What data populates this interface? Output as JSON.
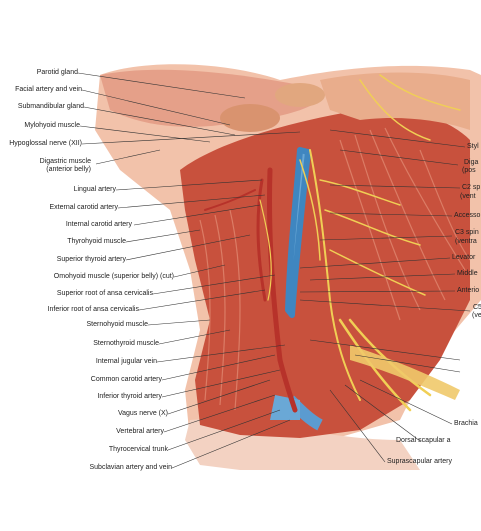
{
  "header": {
    "faint_text": ""
  },
  "colors": {
    "muscle": "#c9523f",
    "muscle_light": "#df8a74",
    "skin": "#f0b8a0",
    "vein": "#6aa8d6",
    "artery": "#b7322a",
    "nerve": "#e9c44a",
    "leader": "#333333"
  },
  "labels_left": [
    "Parotid gland",
    "Facial artery and vein",
    "Submandibular gland",
    "Mylohyoid muscle",
    "Hypoglossal nerve (XII)",
    "Digastric muscle",
    "(anterior belly)",
    "Lingual artery",
    "External carotid artery",
    "Internal carotid artery",
    "Thyrohyoid muscle",
    "Superior thyroid artery",
    "Omohyoid muscle (superior belly) (cut)",
    "Superior root of ansa cervicalis",
    "Inferior root of ansa cervicalis",
    "Sternohyoid muscle",
    "Sternothyroid muscle",
    "Internal jugular vein",
    "Common carotid artery",
    "Inferior thyroid artery",
    "Vagus nerve (X)",
    "Vertebral artery",
    "Thyrocervical trunk",
    "Subclavian artery and vein"
  ],
  "labels_right": [
    "Styl",
    "Diga",
    "(pos",
    "C2 sp",
    "(vent",
    "Accesso",
    "C3 spin",
    "(ventra",
    "Levator",
    "Middle",
    "Anterio",
    "C5",
    "(ve",
    "Brachia",
    "Dorsal scapular a",
    "Suprascapular artery"
  ]
}
